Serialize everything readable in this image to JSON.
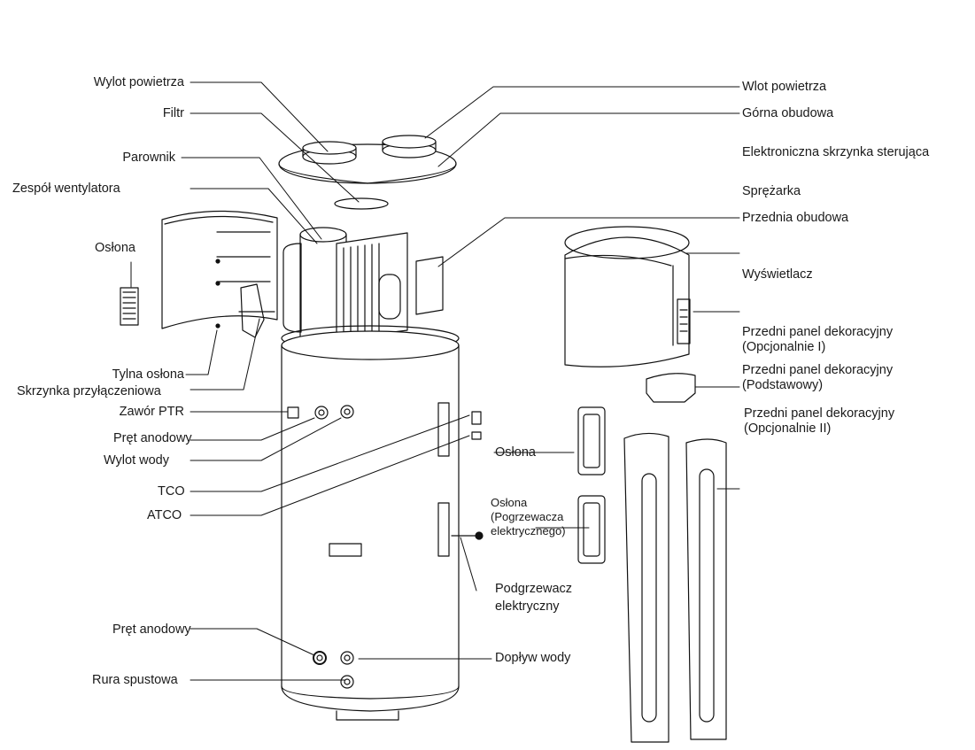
{
  "diagram": {
    "title": "",
    "labels_left": [
      {
        "id": "wylot-powietrza",
        "text": "Wylot powietrza"
      },
      {
        "id": "filtr",
        "text": "Filtr"
      },
      {
        "id": "parownik",
        "text": "Parownik"
      },
      {
        "id": "zespol-wentylatora",
        "text": "Zespół wentylatora"
      },
      {
        "id": "oslona-left",
        "text": "Osłona"
      },
      {
        "id": "tylna-oslona",
        "text": "Tylna osłona"
      },
      {
        "id": "skrzynka-przylaczeniowa",
        "text": "Skrzynka przyłączeniowa"
      },
      {
        "id": "zawor-ptr",
        "text": "Zawór PTR"
      },
      {
        "id": "pret-anodowy-top",
        "text": "Pręt anodowy"
      },
      {
        "id": "wylot-wody",
        "text": "Wylot wody"
      },
      {
        "id": "tco",
        "text": "TCO"
      },
      {
        "id": "atco",
        "text": "ATCO"
      },
      {
        "id": "pret-anodowy-bottom",
        "text": "Pręt anodowy"
      },
      {
        "id": "rura-spustowa",
        "text": "Rura spustowa"
      }
    ],
    "labels_right": [
      {
        "id": "wlot-powietrza",
        "text": "Wlot powietrza"
      },
      {
        "id": "gorna-obudowa",
        "text": "Górna obudowa"
      },
      {
        "id": "elektroniczna-skrzynka",
        "text": "Elektroniczna skrzynka sterująca"
      },
      {
        "id": "sprezarka",
        "text": "Sprężarka"
      },
      {
        "id": "przednia-obudowa",
        "text": "Przednia obudowa"
      },
      {
        "id": "wyswietlacz",
        "text": "Wyświetlacz"
      },
      {
        "id": "panel-opc1-line1",
        "text": "Przedni panel dekoracyjny"
      },
      {
        "id": "panel-opc1-line2",
        "text": "(Opcjonalnie I)"
      },
      {
        "id": "panel-podst-line1",
        "text": "Przedni panel dekoracyjny"
      },
      {
        "id": "panel-podst-line2",
        "text": "(Podstawowy)"
      },
      {
        "id": "panel-opc2-line1",
        "text": "Przedni panel dekoracyjny"
      },
      {
        "id": "panel-opc2-line2",
        "text": "(Opcjonalnie II)"
      }
    ],
    "labels_middle": [
      {
        "id": "oslona-mid",
        "text": "Osłona"
      },
      {
        "id": "oslona-grzalki-line1",
        "text": "Osłona"
      },
      {
        "id": "oslona-grzalki-line2",
        "text": "(Pogrzewacza"
      },
      {
        "id": "oslona-grzalki-line3",
        "text": "elektrycznego)"
      },
      {
        "id": "podgrzewacz-line1",
        "text": "Podgrzewacz"
      },
      {
        "id": "podgrzewacz-line2",
        "text": "elektryczny"
      },
      {
        "id": "doplyw-wody",
        "text": "Dopływ wody"
      }
    ]
  }
}
